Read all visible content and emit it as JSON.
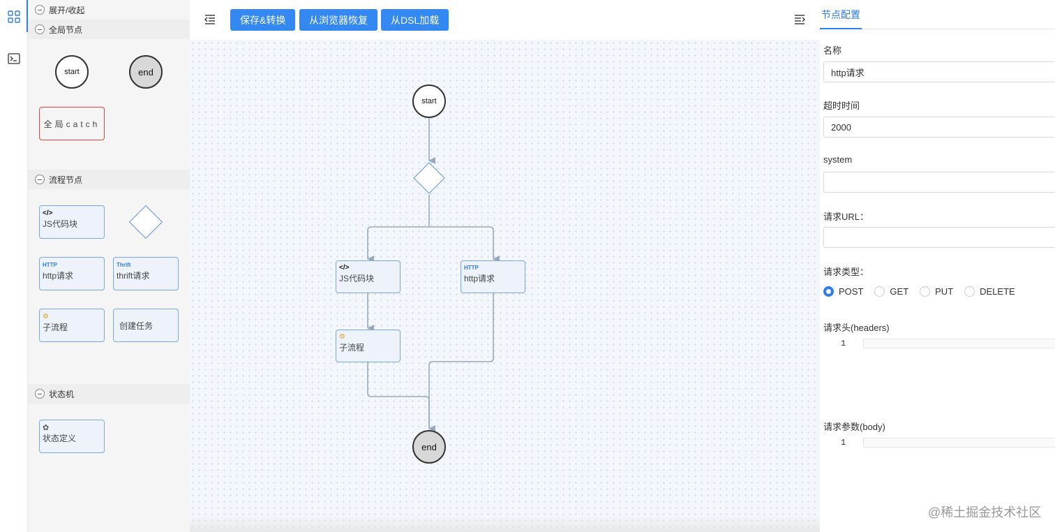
{
  "palette": {
    "expand_toggle": "展开/收起",
    "global_section": {
      "title": "全局节点",
      "start": "start",
      "end": "end",
      "catch": "全局catch"
    },
    "flow_section": {
      "title": "流程节点",
      "js_badge": "</>",
      "js_label": "JS代码块",
      "http_badge": "HTTP",
      "http_label": "http请求",
      "thrift_badge": "Thrift",
      "thrift_label": "thrift请求",
      "subflow_label": "子流程",
      "task_label": "创建任务"
    },
    "state_section": {
      "title": "状态机",
      "state_label": "状态定义"
    }
  },
  "toolbar": {
    "save_label": "保存&转换",
    "restore_label": "从浏览器恢复",
    "load_label": "从DSL加载"
  },
  "canvas": {
    "start": "start",
    "end": "end",
    "js_badge": "</>",
    "js_label": "JS代码块",
    "http_badge": "HTTP",
    "http_label": "http请求",
    "subflow_label": "子流程"
  },
  "props": {
    "tab_label": "节点配置",
    "name_label": "名称",
    "name_value": "http请求",
    "timeout_label": "超时时间",
    "timeout_value": "2000",
    "system_label": "system",
    "system_value": "",
    "url_label": "请求URL：",
    "url_value": "",
    "method_label": "请求类型：",
    "methods": [
      "POST",
      "GET",
      "PUT",
      "DELETE"
    ],
    "selected_method": "POST",
    "headers_label": "请求头(headers)",
    "headers_line": "1",
    "body_label": "请求参数(body)",
    "body_line": "1"
  },
  "watermark": "@稀土掘金技术社区",
  "colors": {
    "accent": "#2f7bf0",
    "button": "#3388f2",
    "catch_border": "#e0453a"
  }
}
